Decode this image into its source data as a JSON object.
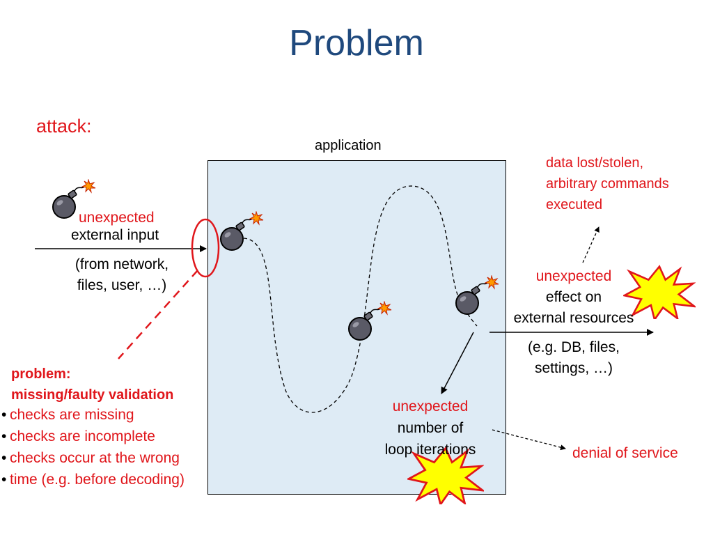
{
  "title": "Problem",
  "attack_label": "attack:",
  "application_label": "application",
  "input": {
    "line1": "unexpected",
    "line2": "external input",
    "line3": "(from network,",
    "line4": "files, user, …)"
  },
  "problem": {
    "heading1": "problem:",
    "heading2": "missing/faulty validation",
    "bullets": [
      "checks are missing",
      "checks are incomplete",
      "checks occur at the wrong",
      "time (e.g. before decoding)"
    ]
  },
  "data_lost": {
    "line1": "data lost/stolen,",
    "line2": "arbitrary commands",
    "line3": "executed"
  },
  "effect": {
    "line1": "unexpected",
    "line2": "effect on",
    "line3": "external resources",
    "line4": "(e.g. DB, files,",
    "line5": "settings, …)"
  },
  "loop": {
    "line1": "unexpected",
    "line2": "number of",
    "line3": "loop iterations"
  },
  "dos_label": "denial of service",
  "colors": {
    "title": "#1f497d",
    "accent_red": "#e0161b",
    "app_fill": "#deebf5",
    "explosion_fill": "#ffff00",
    "bomb": "#5a5a66"
  },
  "icons": [
    "bomb-icon",
    "explosion-icon"
  ]
}
